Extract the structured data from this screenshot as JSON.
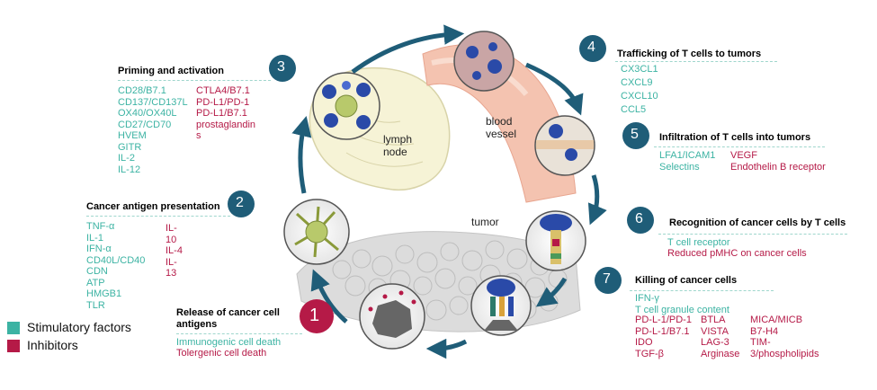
{
  "legend": {
    "stimulatory": "Stimulatory factors",
    "inhibitors": "Inhibitors",
    "stim_color": "#3cb3a3",
    "inh_color": "#b51a47"
  },
  "labels": {
    "lymph_node": [
      "lymph",
      "node"
    ],
    "blood_vessel": [
      "blood",
      "vessel"
    ],
    "tumor": "tumor"
  },
  "steps": [
    {
      "number": "1",
      "title": [
        "Release of cancer cell",
        "antigens"
      ],
      "stimulatory": [
        "Immunogenic cell death"
      ],
      "inhibitors": [
        "Tolergenic cell death"
      ]
    },
    {
      "number": "2",
      "title": [
        "Cancer antigen presentation"
      ],
      "stimulatory": [
        "TNF-α",
        "IL-1",
        "IFN-α",
        "CD40L/CD40",
        "CDN",
        "ATP",
        "HMGB1",
        "TLR"
      ],
      "inhibitors": [
        "IL-",
        "10",
        "IL-4",
        "IL-",
        "13"
      ]
    },
    {
      "number": "3",
      "title": [
        "Priming and activation"
      ],
      "stimulatory": [
        "CD28/B7.1",
        "CD137/CD137L",
        "OX40/OX40L",
        "CD27/CD70",
        "HVEM",
        "GITR",
        "IL-2",
        "IL-12"
      ],
      "inhibitors": [
        "CTLA4/B7.1",
        "PD-L1/PD-1",
        "PD-L1/B7.1",
        "prostaglandin",
        "s"
      ]
    },
    {
      "number": "4",
      "title": [
        "Trafficking of T cells to tumors"
      ],
      "stimulatory": [
        "CX3CL1",
        "CXCL9",
        "CXCL10",
        "CCL5"
      ],
      "inhibitors": []
    },
    {
      "number": "5",
      "title": [
        "Infiltration of T cells into tumors"
      ],
      "stimulatory": [
        "LFA1/ICAM1",
        "Selectins"
      ],
      "inhibitors": [
        "VEGF",
        "Endothelin B receptor"
      ]
    },
    {
      "number": "6",
      "title": [
        "Recognition of cancer cells by T cells"
      ],
      "stimulatory": [
        "T cell receptor"
      ],
      "inhibitors": [
        "Reduced pMHC on cancer cells"
      ]
    },
    {
      "number": "7",
      "title": [
        "Killing of cancer cells"
      ],
      "stimulatory": [
        "IFN-γ",
        "T cell granule content"
      ],
      "inhibitors": [
        "PD-L-1/PD-1",
        "PD-L-1/B7.1",
        "IDO",
        "TGF-β"
      ],
      "inhibitors_col2": [
        "BTLA",
        "VISTA",
        "LAG-3",
        "Arginase"
      ],
      "inhibitors_col3": [
        "MICA/MICB",
        "B7-H4",
        "TIM-",
        "3/phospholipids"
      ]
    }
  ],
  "colors": {
    "badge_teal": "#1f5d78",
    "badge_red": "#b51a47",
    "cycle_arrow": "#1f5d78",
    "lymph_node": "#f6f3d6",
    "vessel": "#f4c3b0",
    "tumor_mass": "#dcdcdc"
  }
}
